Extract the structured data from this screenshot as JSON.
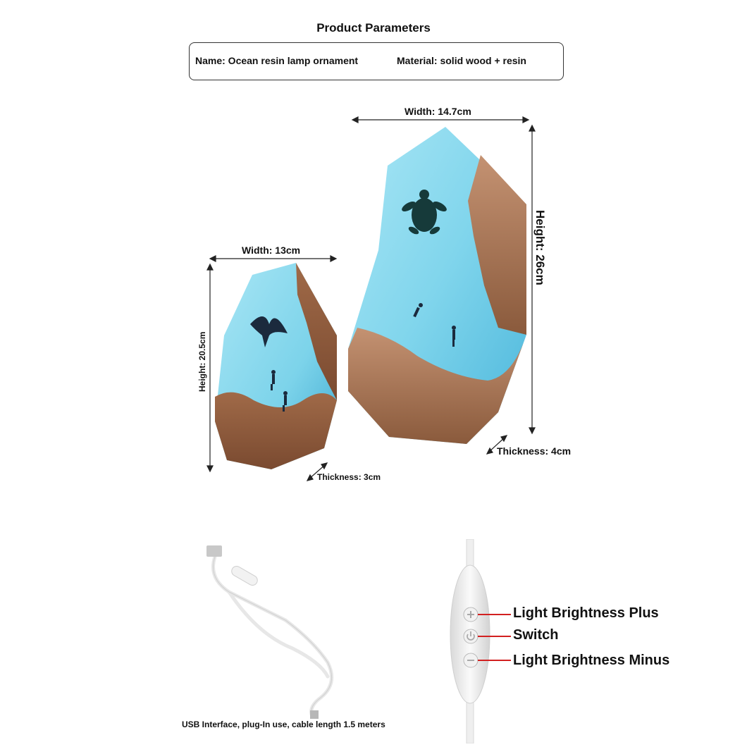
{
  "header": {
    "title": "Product Parameters",
    "name_param": "Name: Ocean resin lamp ornament",
    "material_param": "Material: solid wood + resin"
  },
  "large_lamp": {
    "width": "Width: 14.7cm",
    "height": "Height: 26cm",
    "thickness": "Thickness: 4cm"
  },
  "small_lamp": {
    "width": "Width: 13cm",
    "height": "Height: 20.5cm",
    "thickness": "Thickness: 3cm"
  },
  "cable": {
    "caption": "USB Interface, plug-In use, cable length 1.5 meters"
  },
  "controller": {
    "plus_label": "Light Brightness Plus",
    "switch_label": "Switch",
    "minus_label": "Light Brightness Minus"
  },
  "colors": {
    "resin": "#7cd3ea",
    "wood": "#b57a55",
    "annotation_line": "#d22020"
  }
}
